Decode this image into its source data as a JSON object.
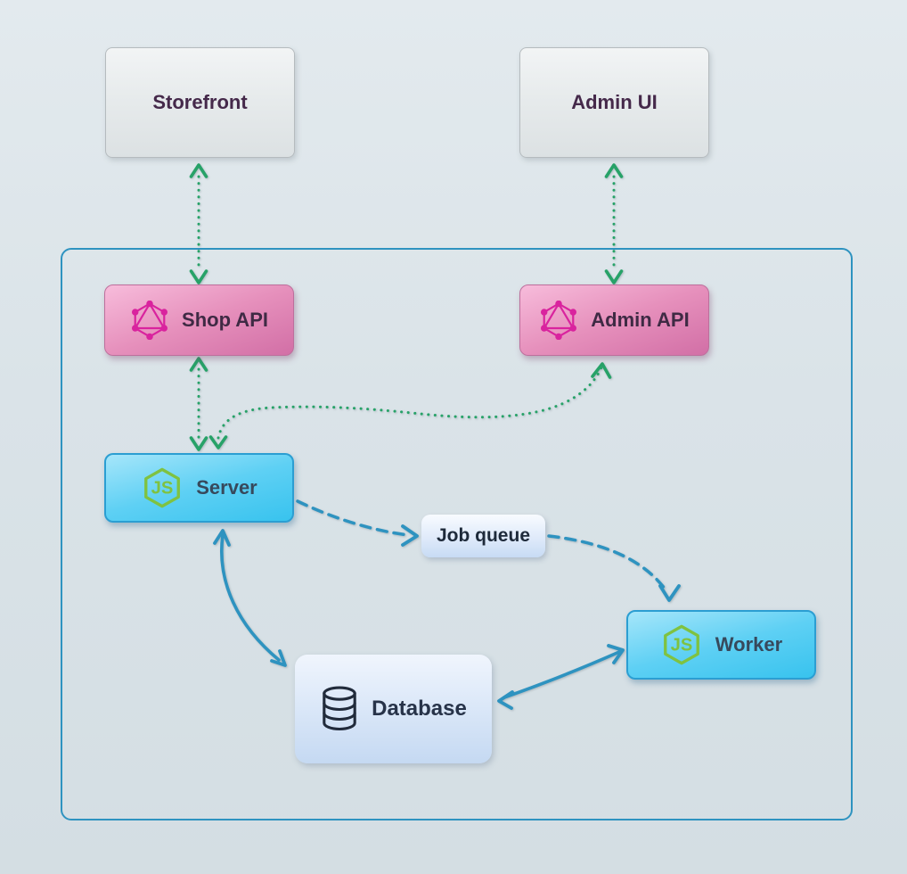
{
  "diagram": {
    "nodes": {
      "storefront": {
        "label": "Storefront"
      },
      "admin_ui": {
        "label": "Admin UI"
      },
      "shop_api": {
        "label": "Shop API",
        "icon": "graphql-icon"
      },
      "admin_api": {
        "label": "Admin API",
        "icon": "graphql-icon"
      },
      "server": {
        "label": "Server",
        "icon": "nodejs-icon"
      },
      "job_queue": {
        "label": "Job queue"
      },
      "worker": {
        "label": "Worker",
        "icon": "nodejs-icon"
      },
      "database": {
        "label": "Database",
        "icon": "database-icon"
      }
    },
    "edges": [
      {
        "from": "storefront",
        "to": "shop_api",
        "line": "dotted",
        "color_role": "green",
        "direction": "both"
      },
      {
        "from": "admin_ui",
        "to": "admin_api",
        "line": "dotted",
        "color_role": "green",
        "direction": "both"
      },
      {
        "from": "shop_api",
        "to": "server",
        "line": "dotted",
        "color_role": "green",
        "direction": "both"
      },
      {
        "from": "server",
        "to": "admin_api",
        "line": "dotted",
        "color_role": "green",
        "direction": "both"
      },
      {
        "from": "server",
        "to": "job_queue",
        "line": "dashed",
        "color_role": "blue",
        "direction": "forward"
      },
      {
        "from": "job_queue",
        "to": "worker",
        "line": "dashed",
        "color_role": "blue",
        "direction": "forward"
      },
      {
        "from": "server",
        "to": "database",
        "line": "solid",
        "color_role": "blue",
        "direction": "both"
      },
      {
        "from": "database",
        "to": "worker",
        "line": "solid",
        "color_role": "blue",
        "direction": "both"
      }
    ],
    "colors": {
      "background": "#dce5e9",
      "green_arrow": "#27a268",
      "blue_arrow": "#2e93c0",
      "container_border": "#2e93c0",
      "neutral_node": "#e8ebec",
      "pink_node": "#e389bb",
      "cyan_node": "#55cdf2",
      "queue_node": "#d6e4f7",
      "graphql_icon": "#d9239e",
      "nodejs_icon": "#7fc241",
      "database_icon": "#212b3b"
    }
  }
}
